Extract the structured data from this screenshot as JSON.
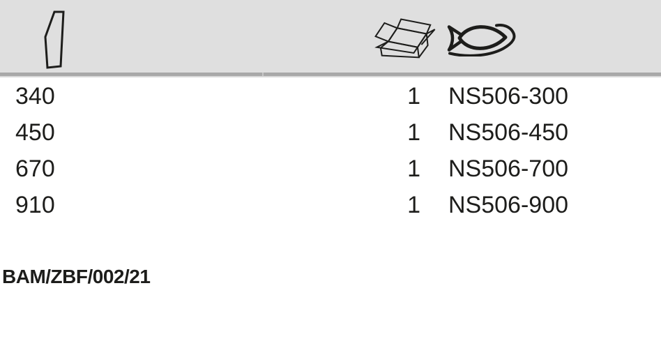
{
  "document": {
    "header": {
      "col1_icon": "blade-length-icon",
      "col2_icon": "package-quantity-icon",
      "col3_icon": "bahco-fish-logo-icon"
    },
    "table": {
      "rows": [
        {
          "length_mm": "340",
          "pack_qty": "1",
          "article_no": "NS506-300"
        },
        {
          "length_mm": "450",
          "pack_qty": "1",
          "article_no": "NS506-450"
        },
        {
          "length_mm": "670",
          "pack_qty": "1",
          "article_no": "NS506-700"
        },
        {
          "length_mm": "910",
          "pack_qty": "1",
          "article_no": "NS506-900"
        }
      ]
    },
    "footer_code": "BAM/ZBF/002/21"
  },
  "colors": {
    "header_bg": "#dfdfdf",
    "divider": "#a8a8a8",
    "ink": "#1d1d1b",
    "page_bg": "#ffffff"
  }
}
